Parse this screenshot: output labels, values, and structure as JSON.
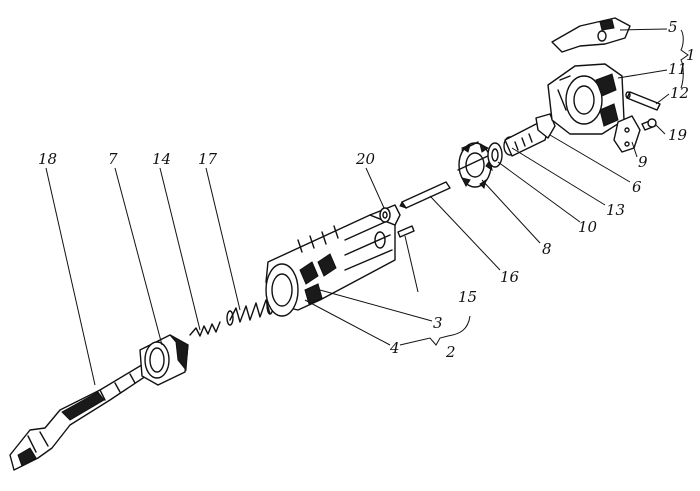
{
  "figure": {
    "description_labels": {
      "label_1": "1",
      "label_2": "2",
      "label_3": "3",
      "label_4": "4",
      "label_5": "5",
      "label_6": "6",
      "label_7": "7",
      "label_8": "8",
      "label_9": "9",
      "label_10": "10",
      "label_11": "11",
      "label_12": "12",
      "label_13": "13",
      "label_14": "14",
      "label_15": "15",
      "label_16": "16",
      "label_17": "17",
      "label_18": "18",
      "label_19": "19",
      "label_20": "20"
    },
    "ink_color": "#111111",
    "background": "#ffffff"
  }
}
